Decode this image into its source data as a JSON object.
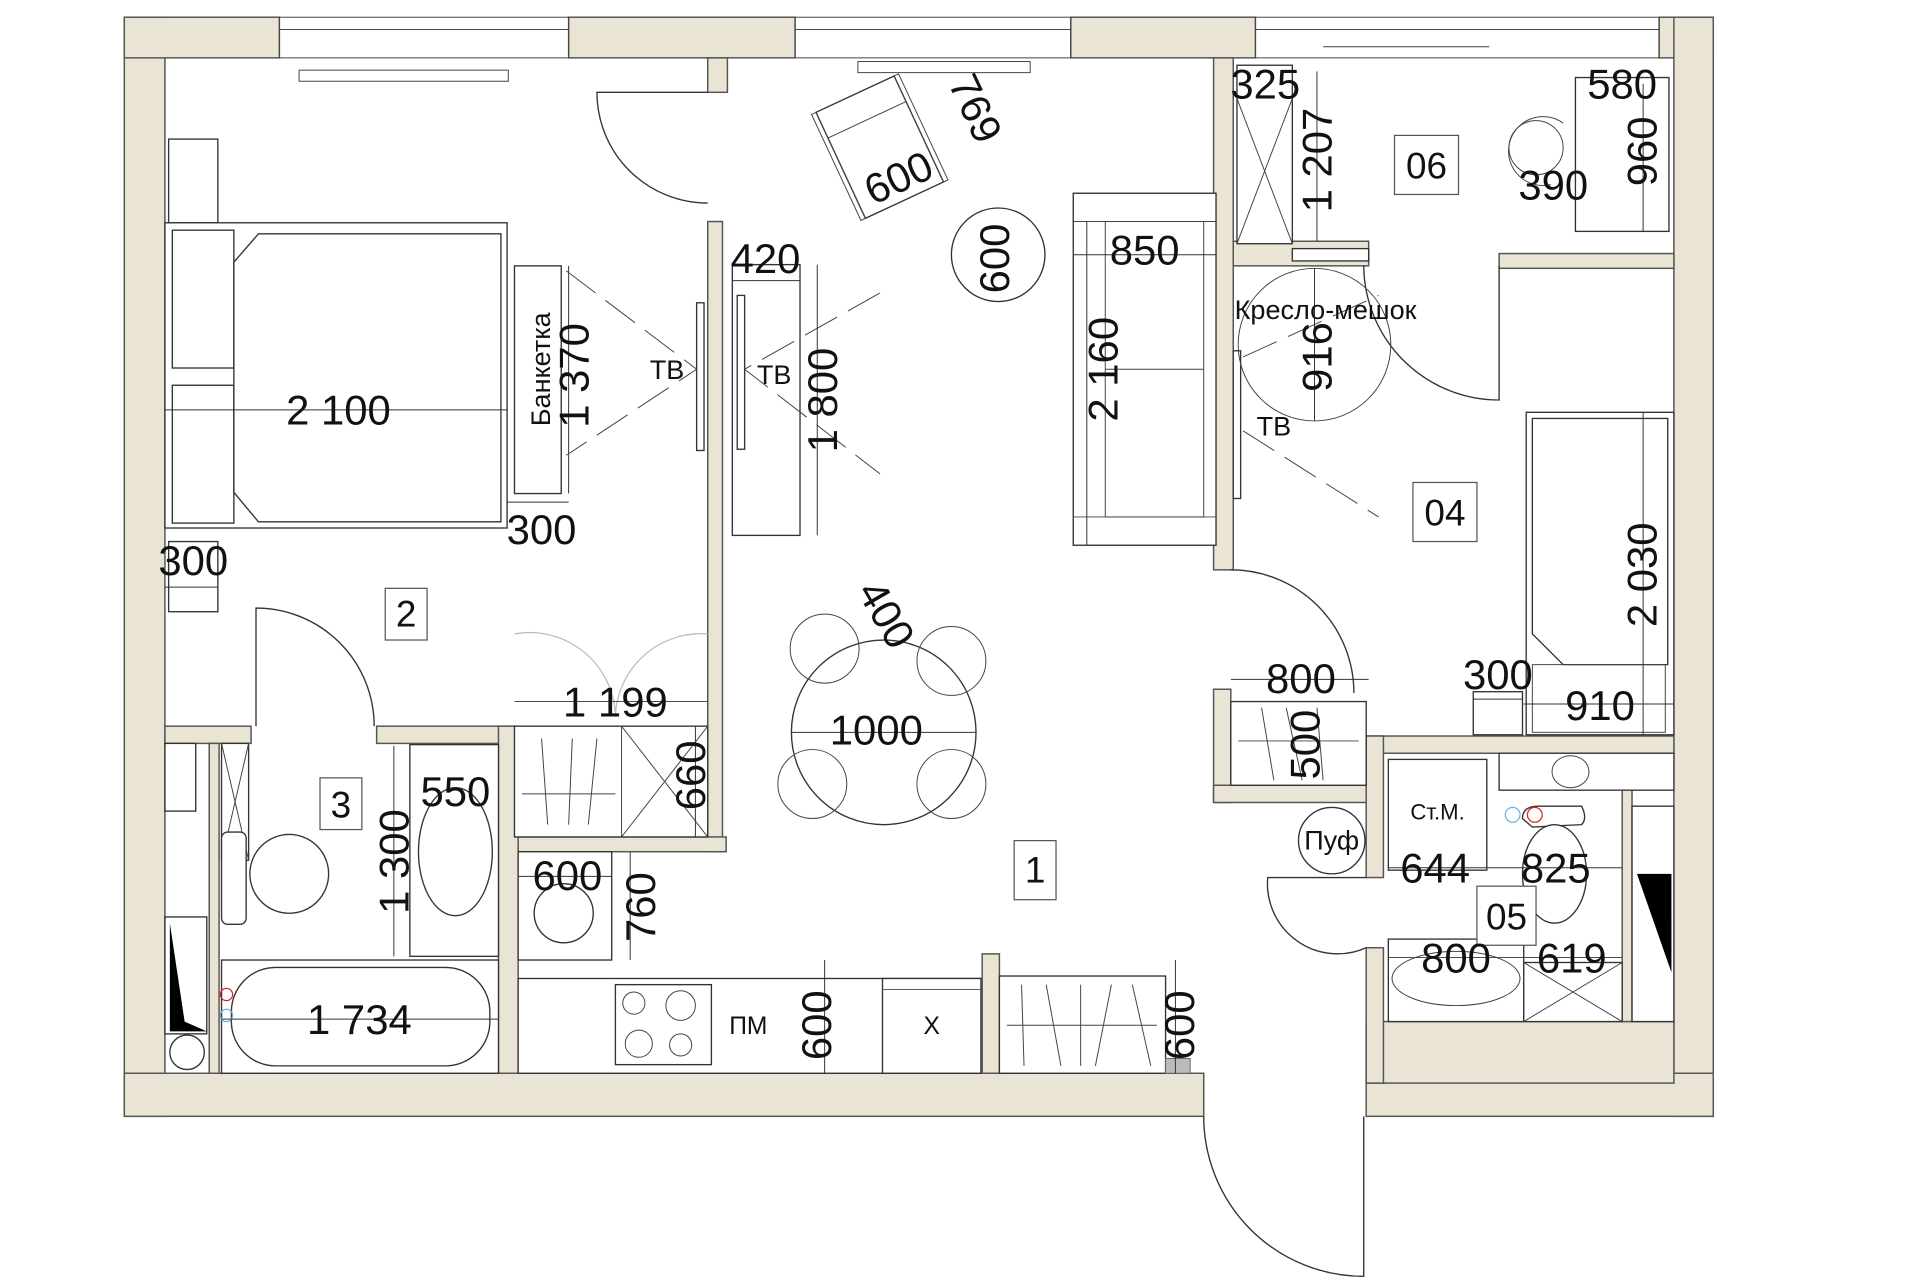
{
  "plan": {
    "title": "Apartment floor plan",
    "colors": {
      "wall": "#E9E4D3",
      "line": "#333333"
    },
    "rooms": [
      {
        "id": "1",
        "label": "1"
      },
      {
        "id": "2",
        "label": "2"
      },
      {
        "id": "3",
        "label": "3"
      },
      {
        "id": "04",
        "label": "04"
      },
      {
        "id": "05",
        "label": "05"
      },
      {
        "id": "06",
        "label": "06"
      }
    ],
    "labels": {
      "tv_bedroom": "ТВ",
      "tv_living_left": "ТВ",
      "tv_room04": "ТВ",
      "bench": "Банкетка",
      "beanbag": "Кресло-мешок",
      "pouf": "Пуф",
      "washing_machine": "Ст.М.",
      "dishwasher": "ПМ",
      "fridge": "Х"
    },
    "dimensions": {
      "bed_length": "2 100",
      "bench_length": "1 370",
      "bench_width": "300",
      "nightstand_width": "300",
      "wardrobe_living_width": "420",
      "wardrobe_living_length": "1 800",
      "armchair_width": "600",
      "armchair_depth": "769",
      "coffee_table_diam": "600",
      "sofa_depth": "850",
      "sofa_length": "2 160",
      "closet06_width": "325",
      "closet06_length": "1 207",
      "desk06_width": "580",
      "desk06_length": "960",
      "chair06_diam": "390",
      "beanbag_diam": "916",
      "bed04_length": "2 030",
      "bed04_width": "910",
      "nightstand04_width": "300",
      "hall_wardrobe_width": "800",
      "hall_wardrobe_depth": "500",
      "bedroom_wardrobe_width": "1 199",
      "bedroom_wardrobe_depth": "660",
      "dining_table_diam": "1000",
      "dining_chair_diam": "400",
      "sink_kitchen_width": "600",
      "kitchen_counter_depth": "760",
      "kitchen_module_depth": "600",
      "kitchen_tall_depth": "600",
      "bath3_sink_width": "550",
      "bath3_length": "1 300",
      "bathtub_length": "1 734",
      "bath05_washer_width": "644",
      "bath05_toilet_zone": "825",
      "bath05_sink_width": "800",
      "bath05_shelf_width": "619"
    }
  }
}
